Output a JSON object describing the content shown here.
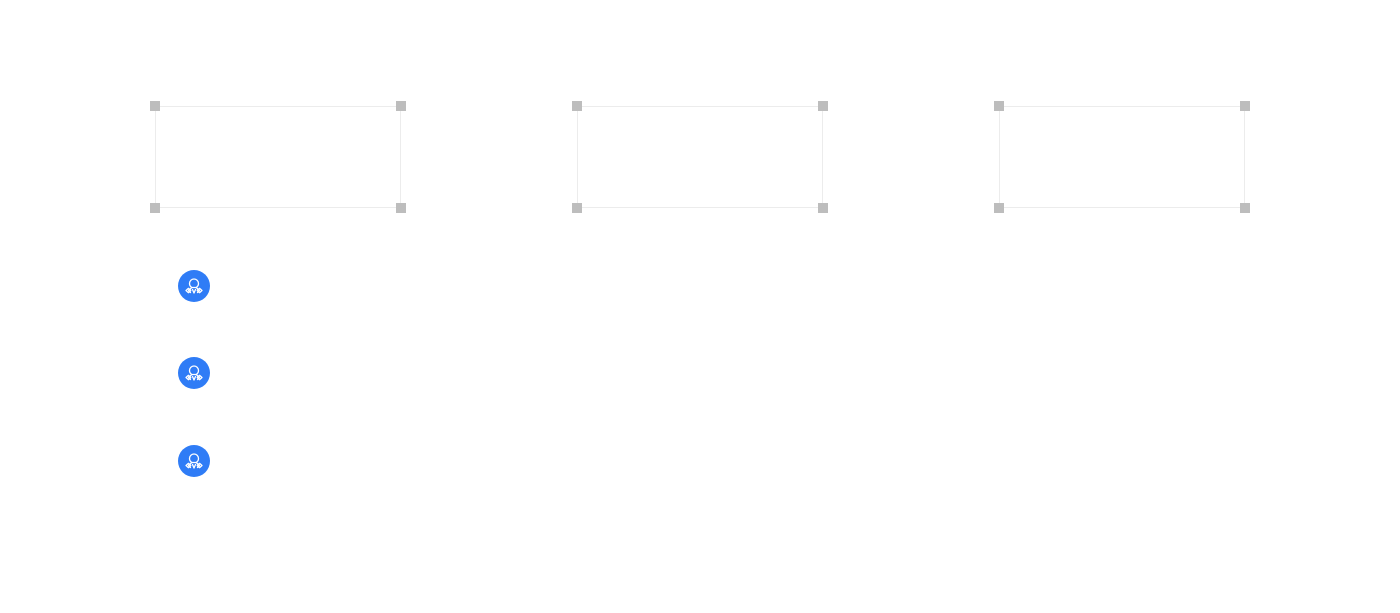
{
  "canvas": {
    "frames": [
      {
        "id": "frame-1",
        "handles": [
          "top-left",
          "top-right",
          "bottom-left",
          "bottom-right"
        ]
      },
      {
        "id": "frame-2",
        "handles": [
          "top-left",
          "top-right",
          "bottom-left",
          "bottom-right"
        ]
      },
      {
        "id": "frame-3",
        "handles": [
          "top-left",
          "top-right",
          "bottom-left",
          "bottom-right"
        ]
      }
    ],
    "avatars": [
      {
        "icon": "octopus-bot-icon"
      },
      {
        "icon": "octopus-bot-icon"
      },
      {
        "icon": "octopus-bot-icon"
      }
    ]
  },
  "colors": {
    "accent": "#2f7cf6",
    "handle": "#bdbdbd",
    "frame_border": "#ececec",
    "background": "#ffffff"
  }
}
